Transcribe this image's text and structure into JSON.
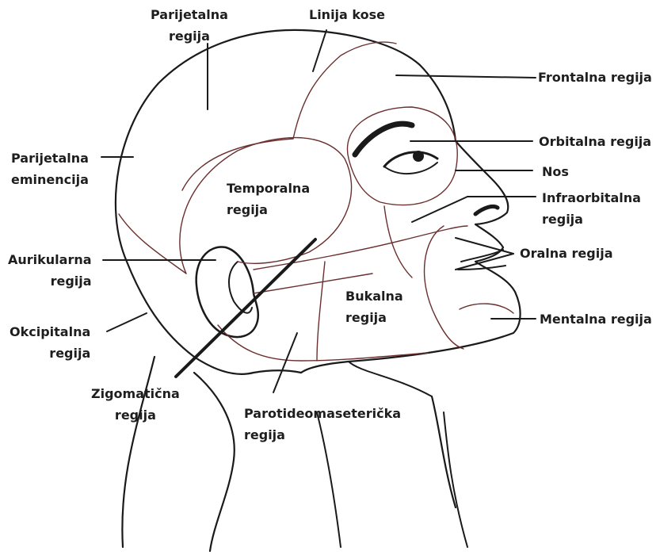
{
  "colors": {
    "outline": "#1a1a1a",
    "region_line": "#6b2f2f",
    "background": "#ffffff"
  },
  "labels": {
    "parijetalna_regija": [
      "Parijetalna",
      "regija"
    ],
    "linija_kose": "Linija kose",
    "frontalna_regija": "Frontalna regija",
    "parijetalna_eminencija": [
      "Parijetalna",
      "eminencija"
    ],
    "orbitalna_regija": "Orbitalna regija",
    "nos": "Nos",
    "temporalna_regija": [
      "Temporalna",
      "regija"
    ],
    "infraorbitalna_regija": [
      "Infraorbitalna",
      "regija"
    ],
    "aurikularna_regija": [
      "Aurikularna",
      "regija"
    ],
    "oralna_regija": "Oralna regija",
    "bukalna_regija": [
      "Bukalna",
      "regija"
    ],
    "mentalna_regija": "Mentalna regija",
    "okcipitalna_regija": [
      "Okcipitalna",
      "regija"
    ],
    "zigomaticna_regija": [
      "Zigomatična",
      "regija"
    ],
    "parotideomaseterička_regija": [
      "Parotideomaseterička",
      "regija"
    ]
  }
}
